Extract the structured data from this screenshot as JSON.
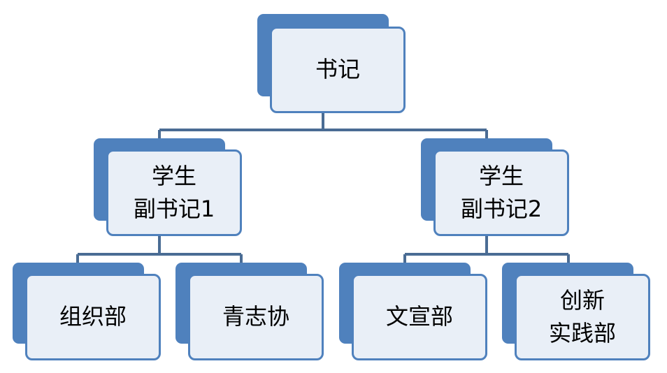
{
  "diagram": {
    "root": {
      "label": "书记"
    },
    "deputies": [
      {
        "label": "学生\n副书记1"
      },
      {
        "label": "学生\n副书记2"
      }
    ],
    "departments": [
      {
        "label": "组织部"
      },
      {
        "label": "青志协"
      },
      {
        "label": "文宣部"
      },
      {
        "label": "创新\n实践部"
      }
    ]
  }
}
